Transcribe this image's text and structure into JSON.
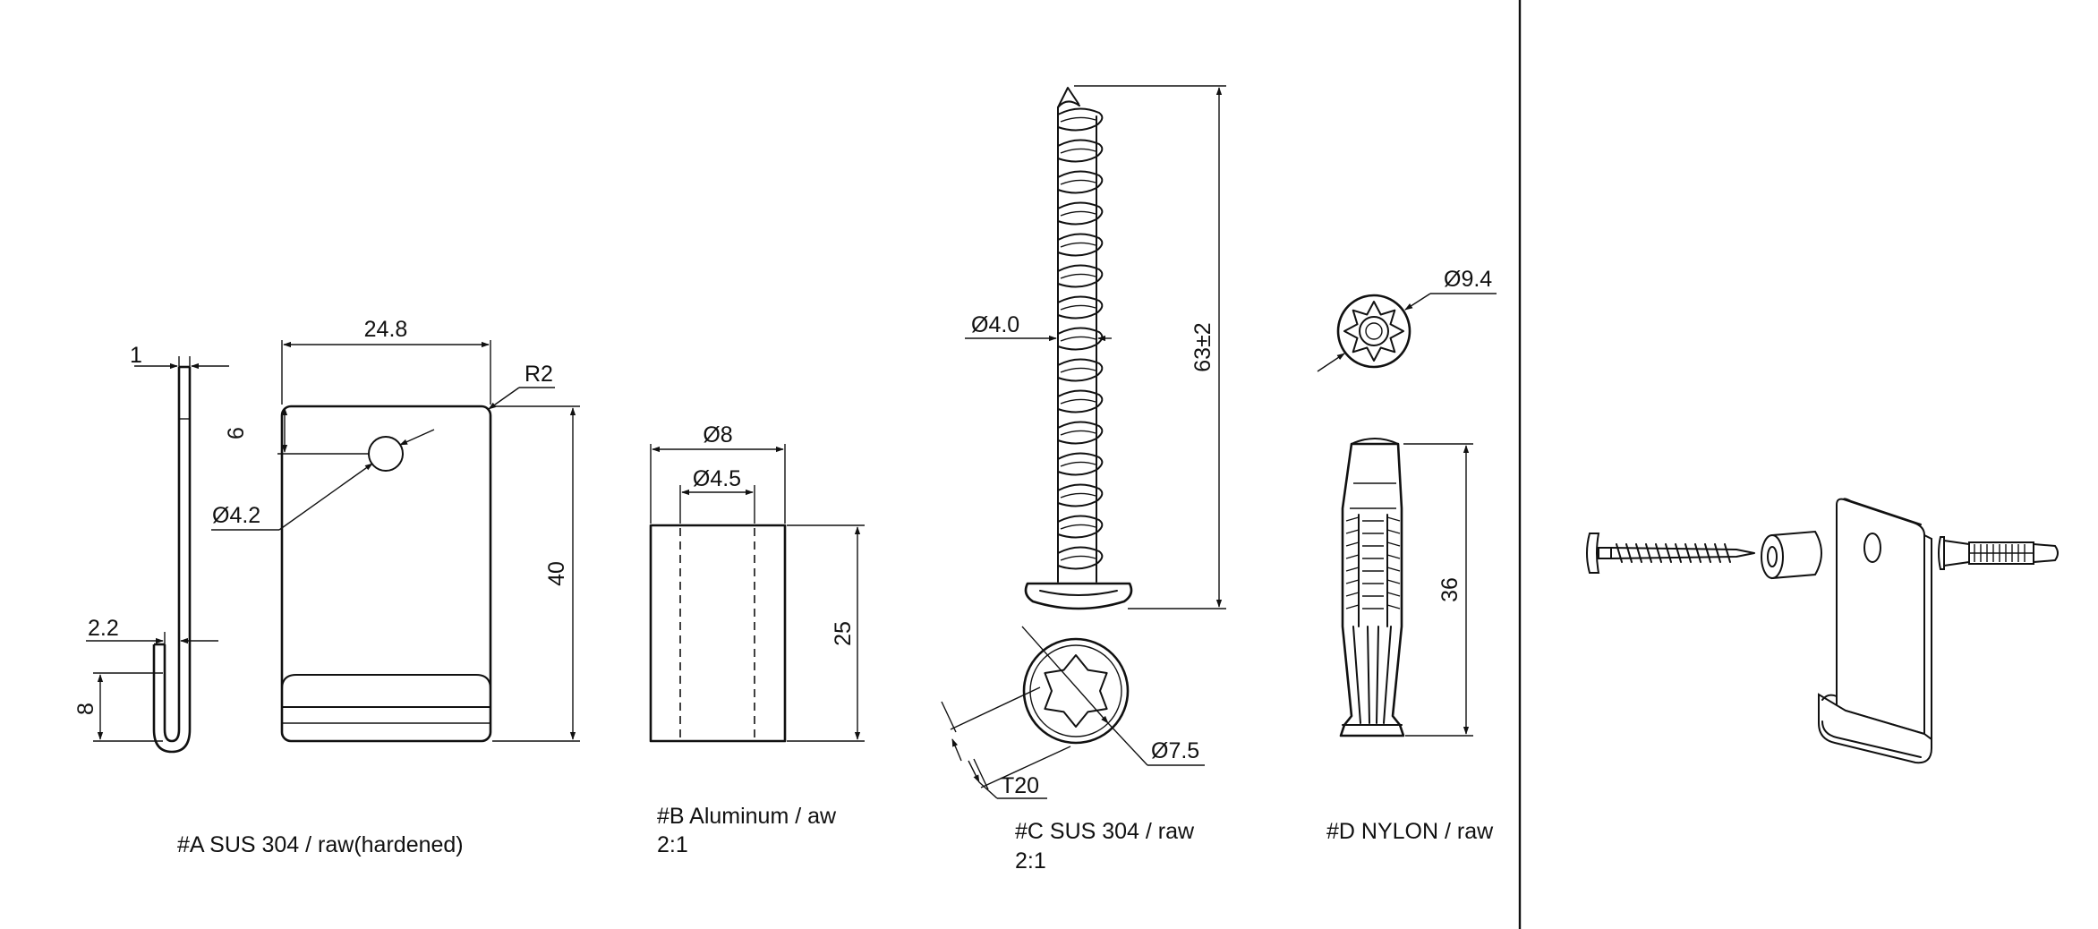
{
  "parts": {
    "a": {
      "caption": "#A   SUS 304 / raw(hardened)",
      "dims": {
        "thickness": "1",
        "width": "24.8",
        "radius": "R2",
        "hole_offset": "6",
        "hole_dia": "Ø4.2",
        "height": "40",
        "hook_gap": "2.2",
        "hook_depth": "8"
      }
    },
    "b": {
      "caption_line1": "#B Aluminum / aw",
      "caption_line2": "2:1",
      "dims": {
        "outer_dia": "Ø8",
        "inner_dia": "Ø4.5",
        "length": "25"
      }
    },
    "c": {
      "caption_line1": "#C SUS 304 / raw",
      "caption_line2": "2:1",
      "dims": {
        "shank_dia": "Ø4.0",
        "length": "63±2",
        "head_dia": "Ø7.5",
        "drive": "T20"
      }
    },
    "d": {
      "caption": "#D NYLON / raw",
      "dims": {
        "outer_dia": "Ø9.4",
        "length": "36"
      }
    }
  }
}
